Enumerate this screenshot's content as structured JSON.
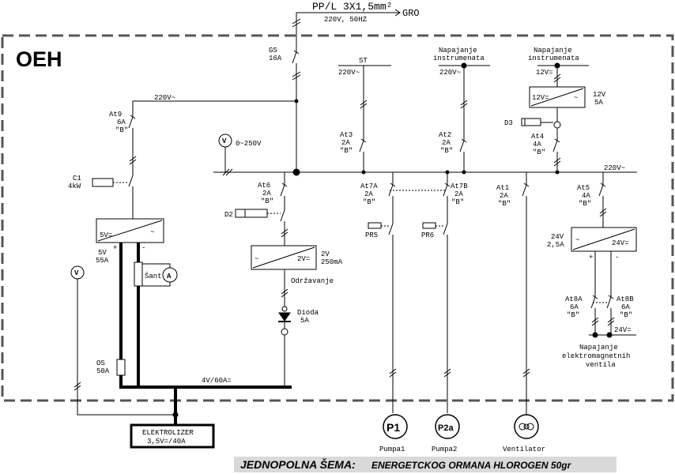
{
  "title": "OEH",
  "supply": {
    "cable": "PP/L 3X1,5mm²",
    "spec": "220V, 50HZ",
    "source": "GRO"
  },
  "breakers": {
    "gs": {
      "name": "GS",
      "rating": "16A"
    },
    "at9": {
      "name": "At9",
      "rating": "6A",
      "curve": "\"B\""
    },
    "at3": {
      "name": "At3",
      "rating": "2A",
      "curve": "\"B\""
    },
    "at2": {
      "name": "At2",
      "rating": "2A",
      "curve": "\"B\""
    },
    "at4": {
      "name": "At4",
      "rating": "4A",
      "curve": "\"B\""
    },
    "at6": {
      "name": "At6",
      "rating": "2A",
      "curve": "\"B\""
    },
    "at7a": {
      "name": "At7A",
      "rating": "2A",
      "curve": "\"B\""
    },
    "at7b": {
      "name": "At7B",
      "rating": "2A",
      "curve": "\"B\""
    },
    "at1": {
      "name": "At1",
      "rating": "2A",
      "curve": "\"B\""
    },
    "at5": {
      "name": "At5",
      "rating": "4A",
      "curve": "\"B\""
    },
    "at8a": {
      "name": "At8A",
      "rating": "6A",
      "curve": "\"B\""
    },
    "at8b": {
      "name": "At8B",
      "rating": "6A",
      "curve": "\"B\""
    }
  },
  "labels": {
    "bus_top": "220V~",
    "bus_main": "220V~",
    "st": "ST",
    "st_v": "220V~",
    "napajanje": "Napajanje",
    "instrumenata": "instrumenata",
    "instr_v": "220V~",
    "instr2_v": "12V=",
    "voltmeter_range": "0~250V",
    "c1": "C1",
    "c1_power": "4kW",
    "d2": "D2",
    "d3": "D3",
    "pr5": "PR5",
    "pr6": "PR6",
    "psu12_in": "12V=",
    "psu12_out": "~",
    "psu12_v": "12V",
    "psu12_a": "5A",
    "psu5_in": "5V=",
    "psu5_out": "~",
    "psu5_v": "5V",
    "psu5_a": "55A",
    "psu2_in": "~",
    "psu2_out": "2V=",
    "psu2_v": "2V",
    "psu2_a": "250mA",
    "odrzavanje": "Održavanje",
    "dioda": "Dioda",
    "dioda_a": "5A",
    "sant": "Šant",
    "os": "OS",
    "os_a": "50A",
    "dc_bus": "4V/60A=",
    "psu24_in": "~",
    "psu24_out": "24V=",
    "psu24_v": "24V",
    "psu24_a": "2,5A",
    "v24": "24V=",
    "ventili_1": "Napajanje",
    "ventili_2": "elektromagnetnih",
    "ventili_3": "ventila",
    "elektrolizer_1": "ELEKTROLIZER",
    "elektrolizer_2": "3,5V=/40A",
    "p1": "P1",
    "p1_name": "Pumpa1",
    "p2a": "P2a",
    "p2_name": "Pumpa2",
    "ventilator": "Ventilator",
    "plus": "+",
    "minus": "-",
    "v": "V",
    "a": "A"
  },
  "caption": {
    "main": "JEDNOPOLNA ŠEMA:",
    "sub": "ENERGETCKOG ORMANA HLOROGEN 50gr"
  }
}
